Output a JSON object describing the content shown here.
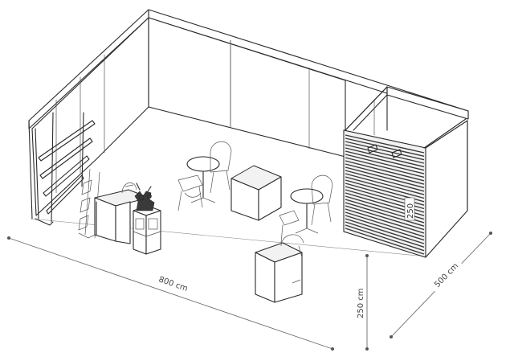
{
  "dimensions": {
    "length": "800 cm",
    "depth": "500 cm",
    "height": "250 cm",
    "storage_height": "250"
  },
  "colors": {
    "line": "#2a2a2a",
    "dimension_line": "#6a6a6a",
    "background": "#ffffff"
  }
}
